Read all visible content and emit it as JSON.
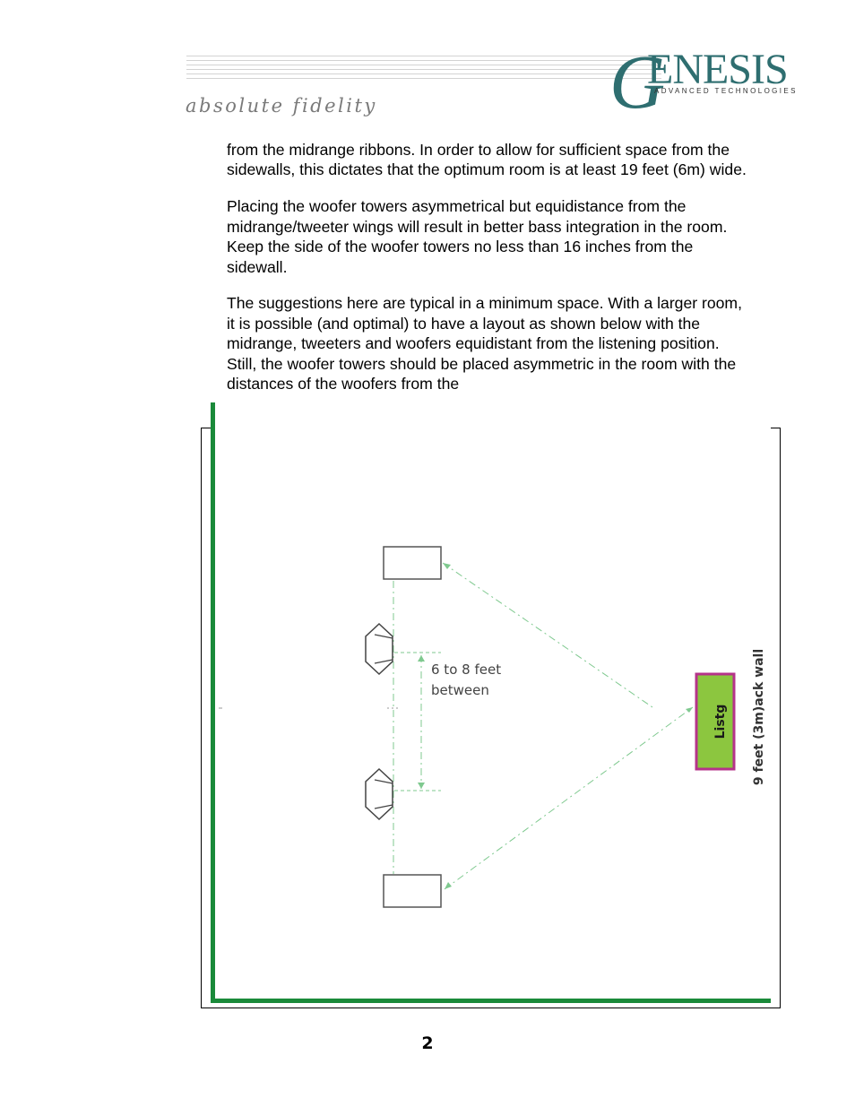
{
  "header": {
    "tagline": "absolute fidelity",
    "logo": {
      "initial": "G",
      "word": "ENESIS",
      "subtitle": "ADVANCED TECHNOLOGIES"
    }
  },
  "body": {
    "paragraphs": [
      "from the midrange ribbons. In order to allow for sufficient space from the sidewalls, this dictates that the optimum room is at least 19 feet (6m) wide.",
      "Placing the woofer towers asymmetrical but equidistance from the midrange/tweeter wings will result in better bass integration in the room. Keep the side of the woofer towers no less than 16 inches from the sidewall.",
      "The suggestions here are typical in a minimum space. With a larger room, it is possible (and optimal) to have a layout as shown below with the midrange, tweeters and woofers equidistant from the listening position. Still, the woofer towers should be placed asymmetric in the room with the distances of the woofers from the"
    ]
  },
  "diagram": {
    "spacing_label_line1": "6 to 8 feet",
    "spacing_label_line2": "between",
    "listening_label": "Listg",
    "wall_label": "9 feet (3m)ack wall",
    "colors": {
      "wall_green": "#1a8a3a",
      "dash_green": "#7fc98f",
      "seat_fill": "#8cc63f",
      "seat_border": "#b5338a"
    }
  },
  "footer": {
    "page_number": "2"
  }
}
